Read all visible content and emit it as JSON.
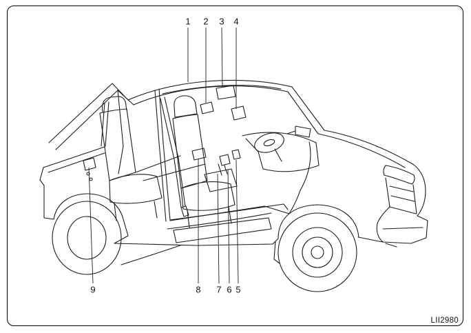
{
  "figure": {
    "code": "LII2980",
    "callouts": [
      {
        "label": "1"
      },
      {
        "label": "2"
      },
      {
        "label": "3"
      },
      {
        "label": "4"
      },
      {
        "label": "9"
      },
      {
        "label": "8"
      },
      {
        "label": "7"
      },
      {
        "label": "6"
      },
      {
        "label": "5"
      }
    ]
  }
}
